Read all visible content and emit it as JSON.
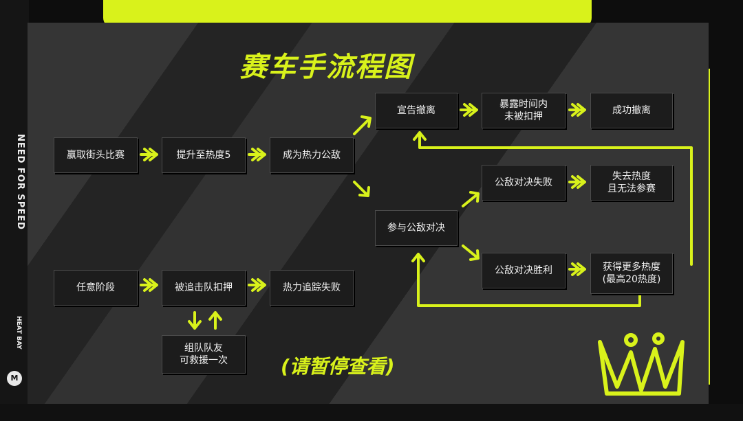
{
  "title": "赛车手流程图",
  "note": "(请暂停查看)",
  "side": {
    "brand": "NEED FOR SPEED",
    "map": "HEAT BAY",
    "logo": "M"
  },
  "colors": {
    "accent": "#d9f21b",
    "box_bg": "#1c1c1c",
    "text": "#f0f0f0"
  },
  "nodes": {
    "win_race": "赢取街头比赛",
    "heat5": "提升至热度5",
    "enemy": "成为热力公敌",
    "declare": "宣告撤离",
    "survive": "暴露时间内\n未被扣押",
    "escape": "成功撤离",
    "duel": "参与公敌对决",
    "duel_lose": "公敌对决失败",
    "lose_heat": "失去热度\n且无法参赛",
    "duel_win": "公敌对决胜利",
    "more_heat": "获得更多热度\n(最高20热度)",
    "any_stage": "任意阶段",
    "busted": "被追击队扣押",
    "lost_track": "热力追踪失败",
    "teammate": "组队队友\n可救援一次"
  },
  "icons": {
    "arrow": "double-chevron-right-icon",
    "crown": "crown-icon"
  }
}
